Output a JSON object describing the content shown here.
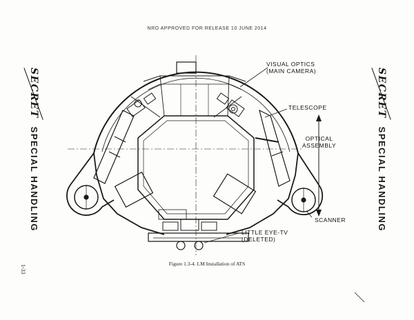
{
  "header": {
    "release_note": "NRO APPROVED FOR RELEASE 10 JUNE 2014"
  },
  "markings": {
    "left": {
      "classification": "SECRET",
      "handling": "SPECIAL HANDLING"
    },
    "right": {
      "classification": "SECRET",
      "handling": "SPECIAL HANDLING"
    }
  },
  "callouts": {
    "visual_optics_line1": "VISUAL OPTICS",
    "visual_optics_line2": "(MAIN CAMERA)",
    "telescope": "TELESCOPE",
    "optical_line1": "OPTICAL",
    "optical_line2": "ASSEMBLY",
    "scanner": "SCANNER",
    "little_eye_line1": "LITTLE EYE-TV",
    "little_eye_line2": "(DELETED)"
  },
  "caption": "Figure 1.3-4.  LM Installation of ATS",
  "page_number": "1-33"
}
